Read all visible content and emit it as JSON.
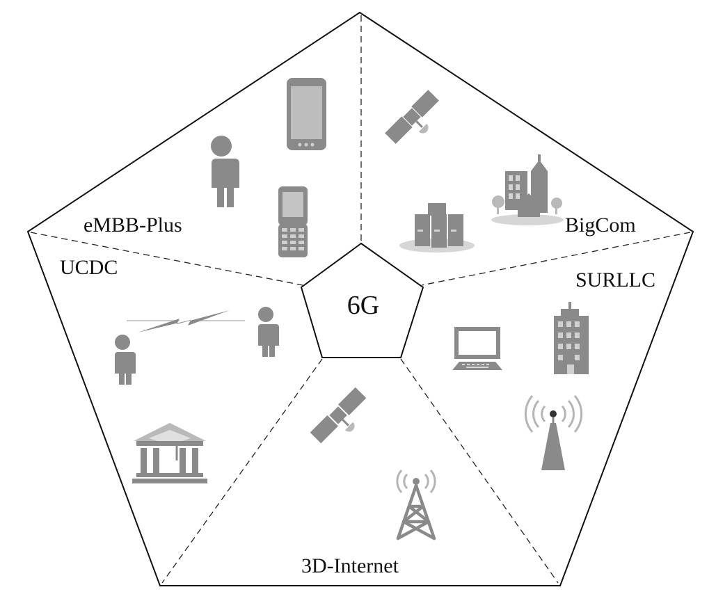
{
  "center": {
    "label": "6G"
  },
  "segments": [
    {
      "key": "embb",
      "label": "eMBB-Plus"
    },
    {
      "key": "bigcom",
      "label": "BigCom"
    },
    {
      "key": "ucdc",
      "label": "UCDC"
    },
    {
      "key": "surllc",
      "label": "SURLLC"
    },
    {
      "key": "internet3d",
      "label": "3D-Internet"
    }
  ],
  "icons": [
    "smartphone-icon",
    "person-icon",
    "flip-phone-icon",
    "satellite-icon",
    "server-cluster-icon",
    "city-buildings-icon",
    "wireless-link-icon",
    "person-icon",
    "university-icon",
    "satellite-icon",
    "radio-tower-icon",
    "computer-monitor-icon",
    "office-building-icon",
    "antenna-icon"
  ],
  "colors": {
    "outline": "#111111",
    "icon": "#8a8a8a",
    "background": "#ffffff"
  }
}
